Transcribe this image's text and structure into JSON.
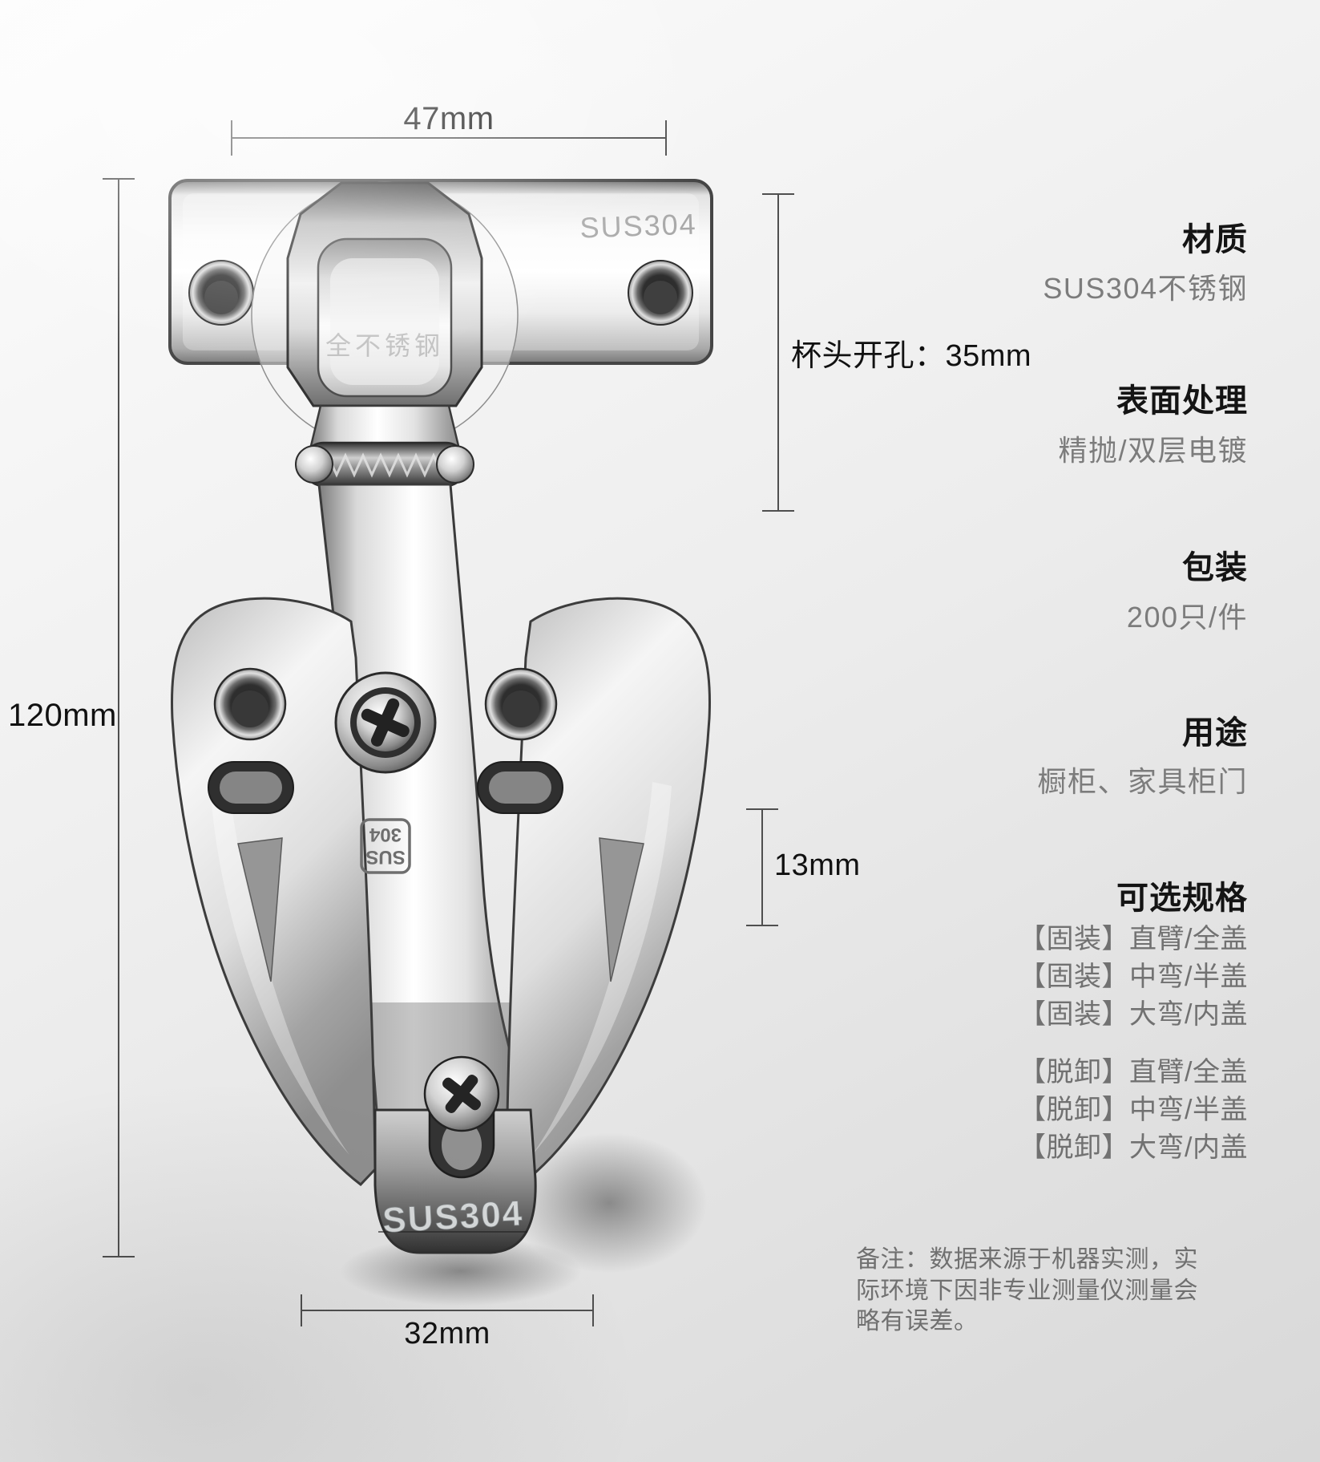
{
  "dimensions": {
    "top_width": "47mm",
    "height": "120mm",
    "cup_hole": "杯头开孔：35mm",
    "offset": "13mm",
    "base_width": "32mm"
  },
  "markings": {
    "plate": "SUS304",
    "cup_watermark": "全不锈钢",
    "stamp_line1": "SUS",
    "stamp_line2": "304",
    "base": "SUS304"
  },
  "specs": {
    "material": {
      "heading": "材质",
      "value": "SUS304不锈钢"
    },
    "finish": {
      "heading": "表面处理",
      "value": "精抛/双层电镀"
    },
    "packaging": {
      "heading": "包装",
      "value": "200只/件"
    },
    "usage": {
      "heading": "用途",
      "value": "橱柜、家具柜门"
    }
  },
  "options": {
    "heading": "可选规格",
    "fixed": [
      "【固装】直臂/全盖",
      "【固装】中弯/半盖",
      "【固装】大弯/内盖"
    ],
    "detachable": [
      "【脱卸】直臂/全盖",
      "【脱卸】中弯/半盖",
      "【脱卸】大弯/内盖"
    ]
  },
  "note": "备注：数据来源于机器实测，实际环境下因非专业测量仪测量会略有误差。",
  "colors": {
    "background_top": "#fbfbfb",
    "background_bottom": "#d6d6d6",
    "heading_text": "#141414",
    "value_text": "#7c7c7c",
    "dimension_text": "#111111",
    "dimension_line": "#4f4f4f"
  }
}
